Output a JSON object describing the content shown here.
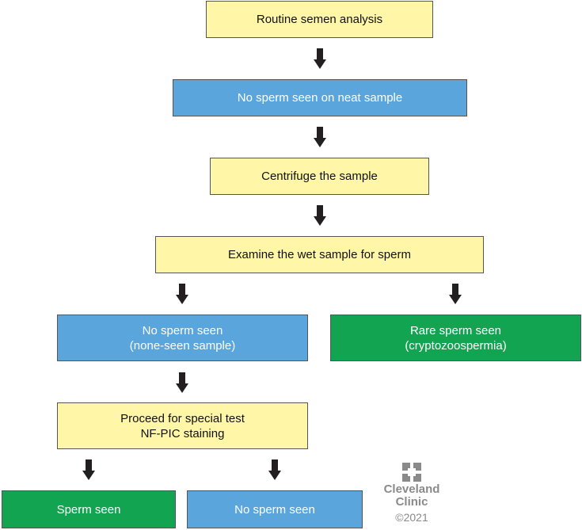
{
  "colors": {
    "yellow_box": "#fff6a8",
    "blue_box": "#5aa5dc",
    "green_box": "#13a452",
    "arrow": "#231f20",
    "logo_gray": "#8a8a8a"
  },
  "steps": {
    "routine": "Routine semen analysis",
    "no_sperm_neat": "No sperm seen on neat sample",
    "centrifuge": "Centrifuge the sample",
    "examine": "Examine the wet sample for sperm",
    "no_sperm_seen_line1": "No sperm seen",
    "no_sperm_seen_line2": "(none-seen sample)",
    "rare_sperm_line1": "Rare sperm seen",
    "rare_sperm_line2": "(cryptozoospermia)",
    "special_test_line1": "Proceed for special test",
    "special_test_line2": "NF-PIC staining",
    "sperm_seen": "Sperm seen",
    "no_sperm_final": "No sperm seen"
  },
  "logo": {
    "icon": "cleveland-clinic-cross-icon",
    "name_line1": "Cleveland",
    "name_line2": "Clinic",
    "copyright": "©2021"
  }
}
